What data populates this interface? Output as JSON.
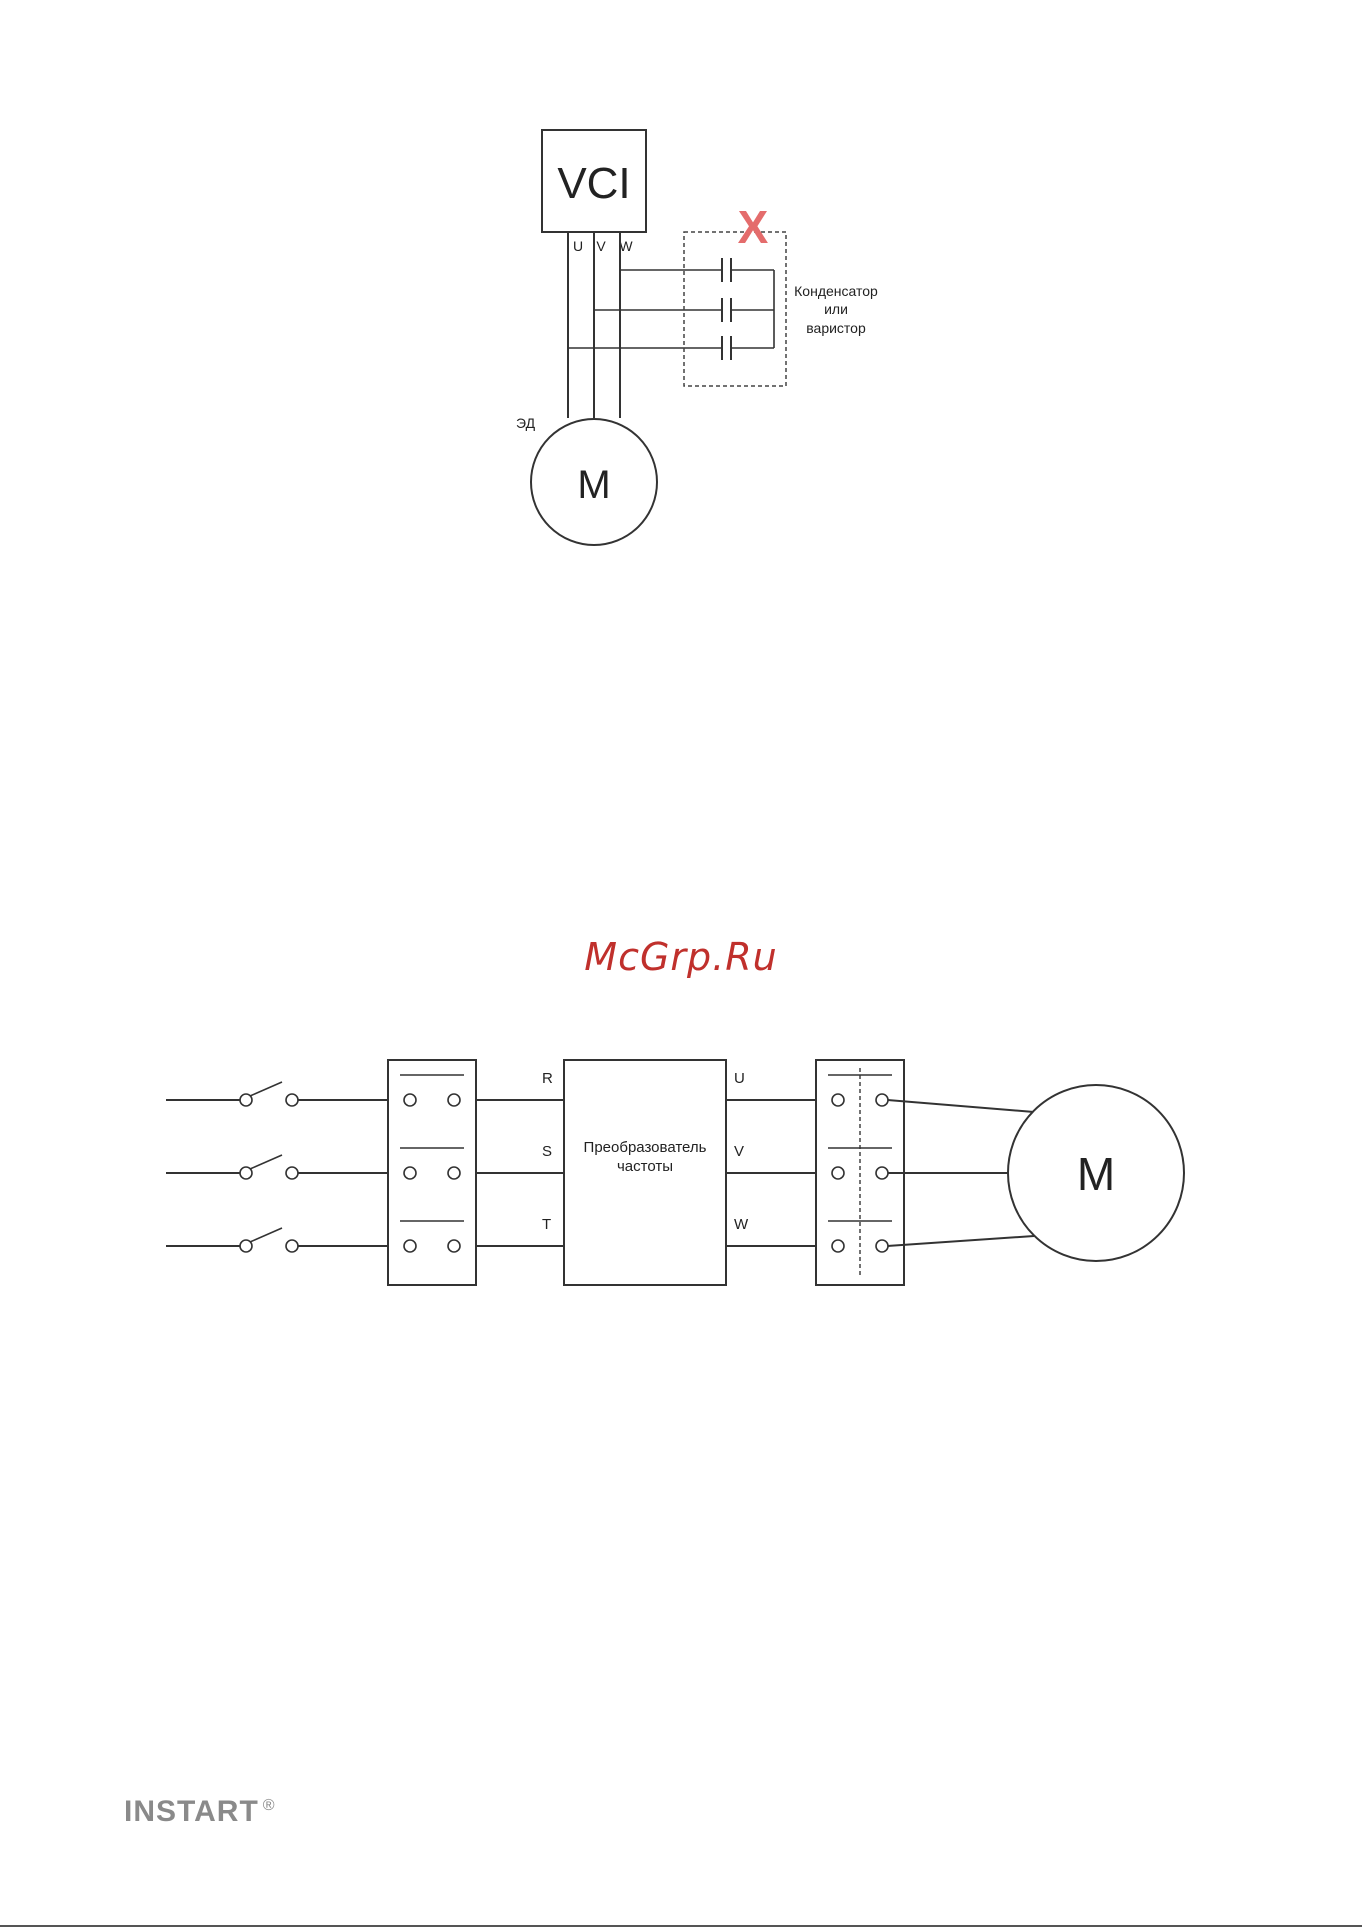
{
  "diagram1": {
    "device_label": "VCI",
    "terminals": [
      "U",
      "V",
      "W"
    ],
    "motor_label": "M",
    "motor_tag": "ЭД",
    "component_label": [
      "Конденсатор",
      "или",
      "варистор"
    ],
    "cross_mark": "X",
    "cross_color": "#e46c6c"
  },
  "watermark": "McGrp.Ru",
  "diagram2": {
    "input_terminals": [
      "R",
      "S",
      "T"
    ],
    "converter_label": [
      "Преобразователь",
      "частоты"
    ],
    "output_terminals": [
      "U",
      "V",
      "W"
    ],
    "motor_label": "M"
  },
  "footer": {
    "brand": "INSTART",
    "registered": "®"
  }
}
